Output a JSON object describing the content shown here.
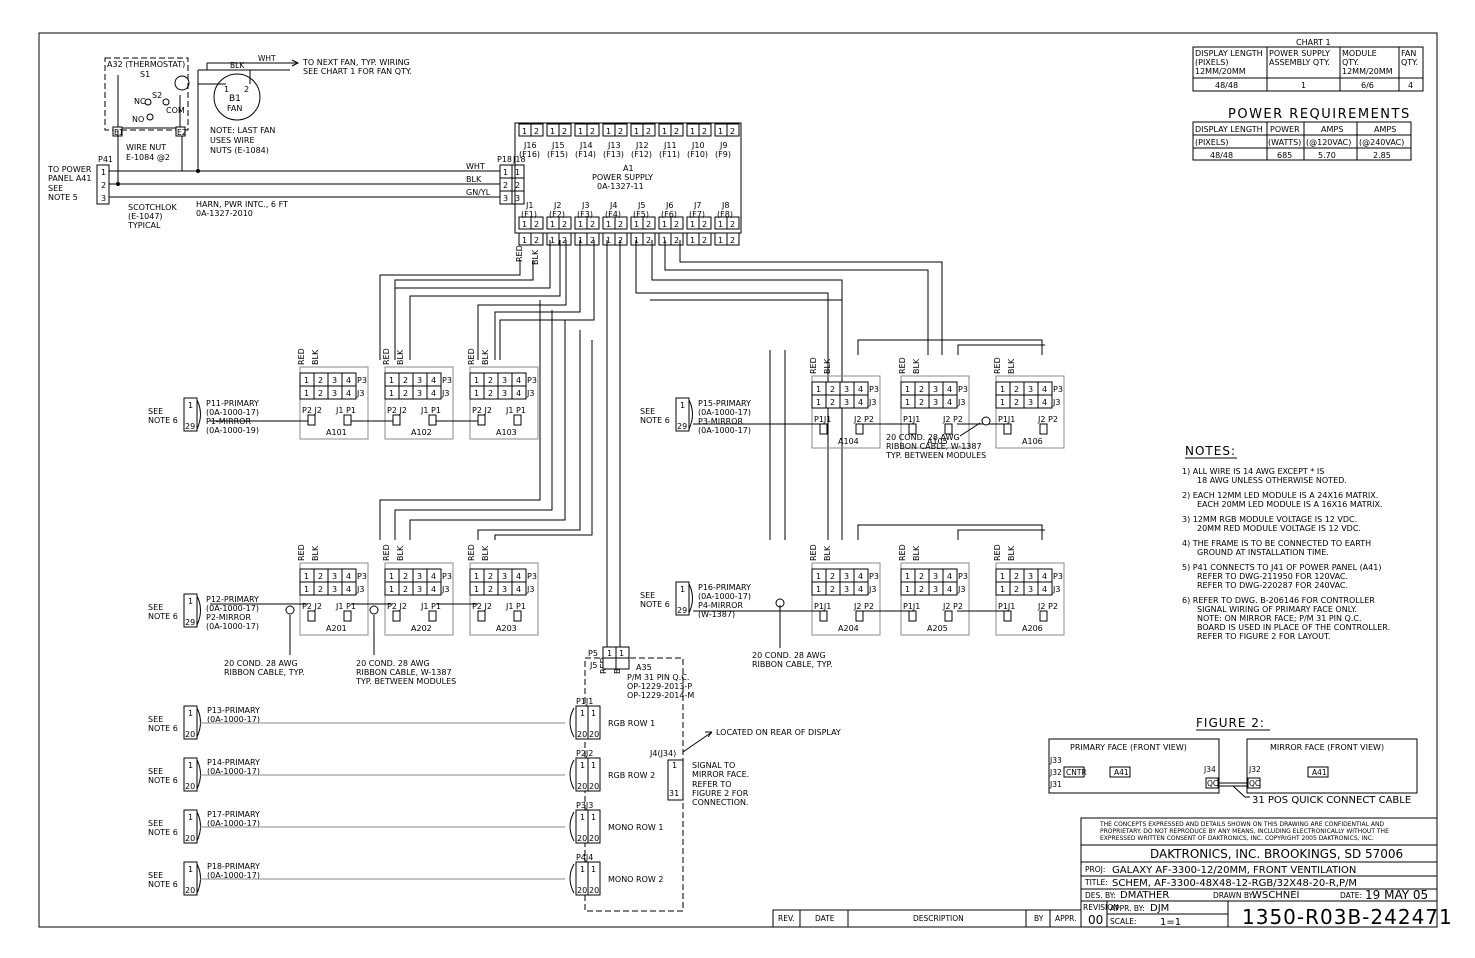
{
  "thermostat": {
    "title": "A32 (THERMOSTAT)",
    "s1": "S1",
    "s2": "S2",
    "nc": "NC",
    "no": "NO",
    "com": "COM",
    "e1": "E1",
    "e2": "E2",
    "nut1": "WIRE NUT",
    "nut2": "E-1084 @2"
  },
  "fan": {
    "id": "B1",
    "label": "FAN",
    "pin1": "1",
    "pin2": "2",
    "wht": "WHT",
    "blk": "BLK",
    "note1": "TO NEXT FAN, TYP. WIRING",
    "note2": "SEE CHART 1 FOR FAN QTY.",
    "last1": "NOTE: LAST FAN",
    "last2": "USES WIRE",
    "last3": "NUTS (E-1084)"
  },
  "power_in": {
    "p41": "P41",
    "to1": "TO POWER",
    "to2": "PANEL A41",
    "see1": "SEE",
    "see2": "NOTE 5",
    "pins": [
      "1",
      "2",
      "3"
    ],
    "scotch1": "SCOTCHLOK",
    "scotch2": "(E-1047)",
    "scotch3": "TYPICAL",
    "harn1": "HARN, PWR INTC., 6 FT",
    "harn2": "0A-1327-2010",
    "p18": "P18",
    "j18": "J18",
    "wires": [
      "WHT",
      "BLK",
      "GN/YL"
    ]
  },
  "psu": {
    "id": "A1",
    "name": "POWER SUPPLY",
    "part": "0A-1327-11",
    "top": [
      {
        "j": "J16",
        "f": "(F16)"
      },
      {
        "j": "J15",
        "f": "(F15)"
      },
      {
        "j": "J14",
        "f": "(F14)"
      },
      {
        "j": "J13",
        "f": "(F13)"
      },
      {
        "j": "J12",
        "f": "(F12)"
      },
      {
        "j": "J11",
        "f": "(F11)"
      },
      {
        "j": "J10",
        "f": "(F10)"
      },
      {
        "j": "J9",
        "f": "(F9)"
      }
    ],
    "bottom": [
      {
        "j": "J1",
        "f": "(F1)"
      },
      {
        "j": "J2",
        "f": "(F2)"
      },
      {
        "j": "J3",
        "f": "(F3)"
      },
      {
        "j": "J4",
        "f": "(F4)"
      },
      {
        "j": "J5",
        "f": "(F5)"
      },
      {
        "j": "J6",
        "f": "(F6)"
      },
      {
        "j": "J7",
        "f": "(F7)"
      },
      {
        "j": "J8",
        "f": "(F8)"
      }
    ],
    "red": "RED",
    "blk": "BLK"
  },
  "modules_top_left": [
    "A101",
    "A102",
    "A103"
  ],
  "modules_top_right": [
    "A104",
    "A105",
    "A106"
  ],
  "modules_bot_left": [
    "A201",
    "A202",
    "A203"
  ],
  "modules_bot_right": [
    "A204",
    "A205",
    "A206"
  ],
  "conn_labels": {
    "p3": "P3",
    "j3": "J3",
    "p2": "P2",
    "j2": "J2",
    "j1": "J1",
    "p1": "P1",
    "pins": [
      "1",
      "2",
      "3",
      "4"
    ],
    "red": "RED",
    "blk": "BLK"
  },
  "cable_groups": [
    {
      "see": "SEE",
      "note": "NOTE 6",
      "pin_top": "1",
      "pin_bot": "29",
      "line1": "P11-PRIMARY",
      "line2": "(0A-1000-17)",
      "line3": "P1-MIRROR",
      "line4": "(0A-1000-19)"
    },
    {
      "see": "SEE",
      "note": "NOTE 6",
      "pin_top": "1",
      "pin_bot": "29",
      "line1": "P15-PRIMARY",
      "line2": "(0A-1000-17)",
      "line3": "P3-MIRROR",
      "line4": "(0A-1000-17)"
    },
    {
      "see": "SEE",
      "note": "NOTE 6",
      "pin_top": "1",
      "pin_bot": "29",
      "line1": "P12-PRIMARY",
      "line2": "(0A-1000-17)",
      "line3": "P2-MIRROR",
      "line4": "(0A-1000-17)"
    },
    {
      "see": "SEE",
      "note": "NOTE 6",
      "pin_top": "1",
      "pin_bot": "29",
      "line1": "P16-PRIMARY",
      "line2": "(0A-1000-17)",
      "line3": "P4-MIRROR",
      "line4": "(W-1387)"
    }
  ],
  "ribbon_notes": {
    "a1": "20 COND. 28 AWG",
    "a2": "RIBBON CABLE, W-1387",
    "a3": "TYP. BETWEEN MODULES",
    "b1": "20 COND. 28 AWG",
    "b2": "RIBBON CABLE, TYP.",
    "c1": "20 COND. 28 AWG",
    "c2": "RIBBON CABLE,  W-1387",
    "c3": "TYP. BETWEEN MODULES",
    "d1": "20 COND. 28 AWG",
    "d2": "RIBBON CABLE, TYP."
  },
  "controller": {
    "p5": "P5",
    "j5": "J5",
    "id": "A35",
    "l1": "P/M 31 PIN Q.C.",
    "l2": "OP-1229-2013-P",
    "l3": "OP-1229-2014-M",
    "red": "RED",
    "blk": "BLK",
    "rows": [
      {
        "p": "P1",
        "j": "J1",
        "name": "RGB ROW 1"
      },
      {
        "p": "P2",
        "j": "J2",
        "name": "RGB ROW 2"
      },
      {
        "p": "P3",
        "j": "J3",
        "name": "MONO ROW 1"
      },
      {
        "p": "P4",
        "j": "J4",
        "name": "MONO ROW 2"
      }
    ],
    "j4": "J4(J34)",
    "rear": "LOCATED ON REAR OF DISPLAY",
    "sig1": "SIGNAL TO",
    "sig2": "MIRROR FACE.",
    "sig3": "REFER TO",
    "sig4": "FIGURE 2 FOR",
    "sig5": "CONNECTION.",
    "pin1": "1",
    "pin31": "31",
    "pin20": "20"
  },
  "row_cables": [
    {
      "see": "SEE",
      "note": "NOTE 6",
      "pin_top": "1",
      "pin_bot": "20",
      "line1": "P13-PRIMARY",
      "line2": "(0A-1000-17)"
    },
    {
      "see": "SEE",
      "note": "NOTE 6",
      "pin_top": "1",
      "pin_bot": "20",
      "line1": "P14-PRIMARY",
      "line2": "(0A-1000-17)"
    },
    {
      "see": "SEE",
      "note": "NOTE 6",
      "pin_top": "1",
      "pin_bot": "20",
      "line1": "P17-PRIMARY",
      "line2": "(0A-1000-17)"
    },
    {
      "see": "SEE",
      "note": "NOTE 6",
      "pin_top": "1",
      "pin_bot": "20",
      "line1": "P18-PRIMARY",
      "line2": "(0A-1000-17)"
    }
  ],
  "chart1": {
    "title": "CHART 1",
    "headers": [
      "DISPLAY LENGTH (PIXELS) 12MM/20MM",
      "POWER SUPPLY ASSEMBLY QTY.",
      "MODULE QTY. 12MM/20MM",
      "FAN QTY."
    ],
    "row": [
      "48/48",
      "1",
      "6/6",
      "4"
    ]
  },
  "power_req": {
    "title": "POWER  REQUIREMENTS",
    "h1": [
      "DISPLAY LENGTH",
      "POWER",
      "AMPS",
      "AMPS"
    ],
    "h2": [
      "(PIXELS)",
      "(WATTS)",
      "(@120VAC)",
      "(@240VAC)"
    ],
    "row": [
      "48/48",
      "685",
      "5.70",
      "2.85"
    ]
  },
  "notes": {
    "title": "NOTES:",
    "items": [
      [
        "1) ALL WIRE IS 14 AWG EXCEPT * IS",
        "18 AWG UNLESS OTHERWISE NOTED."
      ],
      [
        "2) EACH 12MM LED MODULE IS A 24X16 MATRIX.",
        "EACH 20MM LED MODULE IS A 16X16 MATRIX."
      ],
      [
        "3) 12MM RGB MODULE VOLTAGE IS 12 VDC.",
        "20MM RED MODULE VOLTAGE IS 12 VDC."
      ],
      [
        "4) THE FRAME IS TO BE CONNECTED TO EARTH",
        "GROUND AT INSTALLATION TIME."
      ],
      [
        "5) P41 CONNECTS TO J41 OF POWER PANEL (A41)",
        "REFER TO DWG-211950 FOR 120VAC.",
        "REFER TO DWG-220287 FOR 240VAC."
      ],
      [
        "6) REFER TO DWG. B-206146 FOR CONTROLLER",
        "SIGNAL WIRING OF PRIMARY FACE ONLY.",
        "NOTE: ON MIRROR FACE; P/M 31 PIN Q.C.",
        "BOARD IS USED IN PLACE OF THE CONTROLLER.",
        "REFER TO FIGURE 2 FOR LAYOUT."
      ]
    ]
  },
  "figure2": {
    "title": "FIGURE  2:",
    "primary": "PRIMARY FACE (FRONT VIEW)",
    "mirror": "MIRROR FACE (FRONT VIEW)",
    "j33": "J33",
    "j32": "J32",
    "cntr": "CNTR",
    "j31": "J31",
    "a41": "A41",
    "j34": "J34",
    "qc": "QC",
    "j32b": "J32",
    "qc2": "QC",
    "a41b": "A41",
    "cable": "31 POS QUICK CONNECT CABLE"
  },
  "title_block": {
    "conf1": "THE CONCEPTS EXPRESSED AND DETAILS SHOWN ON THIS DRAWING ARE CONFIDENTIAL AND",
    "conf2": "PROPRIETARY.  DO NOT REPRODUCE BY ANY MEANS, INCLUDING ELECTRONICALLY WITHOUT THE",
    "conf3": "EXPRESSED WRITTEN CONSENT OF DAKTRONICS, INC.                      COPYRIGHT 2005 DAKTRONICS, INC.",
    "company": "DAKTRONICS,  INC.   BROOKINGS, SD  57006",
    "proj_l": "PROJ:",
    "proj": "GALAXY AF-3300-12/20MM, FRONT VENTILATION",
    "title_l": "TITLE:",
    "title": "SCHEM, AF-3300-48X48-12-RGB/32X48-20-R,P/M",
    "des_l": "DES. BY:",
    "des": "DMATHER",
    "drawn_l": "DRAWN BY:",
    "drawn": "WSCHNEI",
    "date_l": "DATE:",
    "date": "19  MAY  05",
    "rev_l": "REVISION",
    "rev": "00",
    "appr_l": "APPR. BY:",
    "appr": "DJM",
    "scale_l": "SCALE:",
    "scale": "1=1",
    "dwg": "1350-R03B-242471",
    "rev_cols": [
      "REV.",
      "DATE",
      "DESCRIPTION",
      "BY",
      "APPR."
    ]
  }
}
